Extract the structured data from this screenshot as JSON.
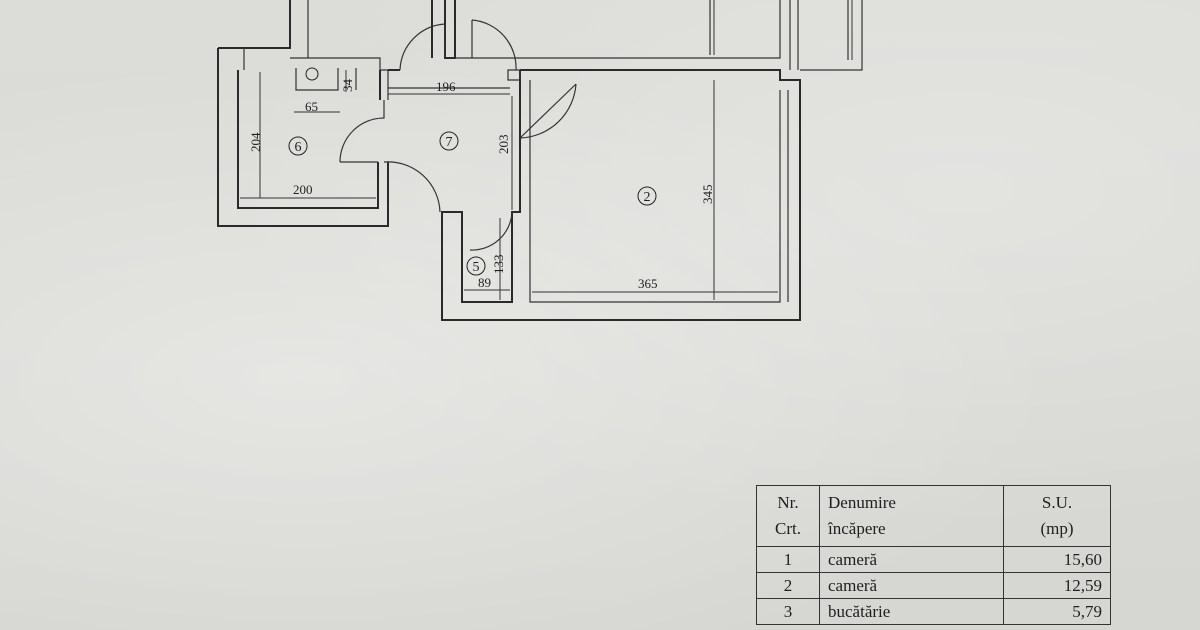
{
  "plan": {
    "rooms": [
      {
        "id": "r2",
        "number": "2"
      },
      {
        "id": "r5",
        "number": "5"
      },
      {
        "id": "r6",
        "number": "6"
      },
      {
        "id": "r7",
        "number": "7"
      }
    ],
    "dimensions": {
      "d196": "196",
      "d65": "65",
      "d34": "34",
      "d204": "204",
      "d200": "200",
      "d203": "203",
      "d345": "345",
      "d365": "365",
      "d133": "133",
      "d89": "89"
    }
  },
  "table": {
    "headers": {
      "nr_line1": "Nr.",
      "nr_line2": "Crt.",
      "den_line1": "Denumire",
      "den_line2": "încăpere",
      "su_line1": "S.U.",
      "su_line2": "(mp)"
    },
    "rows": [
      {
        "nr": "1",
        "name": "cameră",
        "area": "15,60"
      },
      {
        "nr": "2",
        "name": "cameră",
        "area": "12,59"
      },
      {
        "nr": "3",
        "name": "bucătărie",
        "area": "5,79"
      }
    ]
  }
}
